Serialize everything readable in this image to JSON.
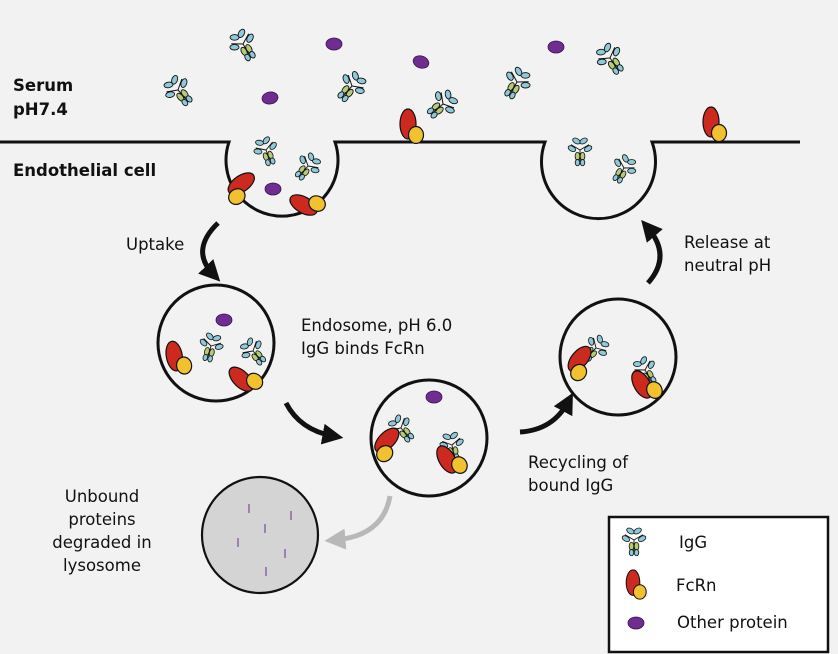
{
  "labels": {
    "serum_line1": "Serum",
    "serum_line2": "pH7.4",
    "endothelial": "Endothelial cell",
    "uptake": "Uptake",
    "release": "Release at\nneutral pH",
    "endosome": "Endosome, pH 6.0\nIgG binds FcRn",
    "recycling": "Recycling of\nbound IgG",
    "degraded": "Unbound\nproteins\ndegraded in\nlysosome"
  },
  "legend": {
    "items": [
      {
        "icon": "igg-icon",
        "label": "IgG"
      },
      {
        "icon": "fcrn-icon",
        "label": "FcRn"
      },
      {
        "icon": "other-protein-icon",
        "label": "Other protein"
      }
    ]
  },
  "colors": {
    "background": "#f2f2f2",
    "igg_fab": "#8fc8d8",
    "igg_fc": "#b6cc74",
    "fcrn_red": "#cc2a1e",
    "fcrn_yellow": "#f2c12e",
    "other_protein": "#6f2d8f",
    "lysosome_fill": "#d4d4d4",
    "arrow_black": "#111111",
    "arrow_grey": "#b8b8b8"
  }
}
